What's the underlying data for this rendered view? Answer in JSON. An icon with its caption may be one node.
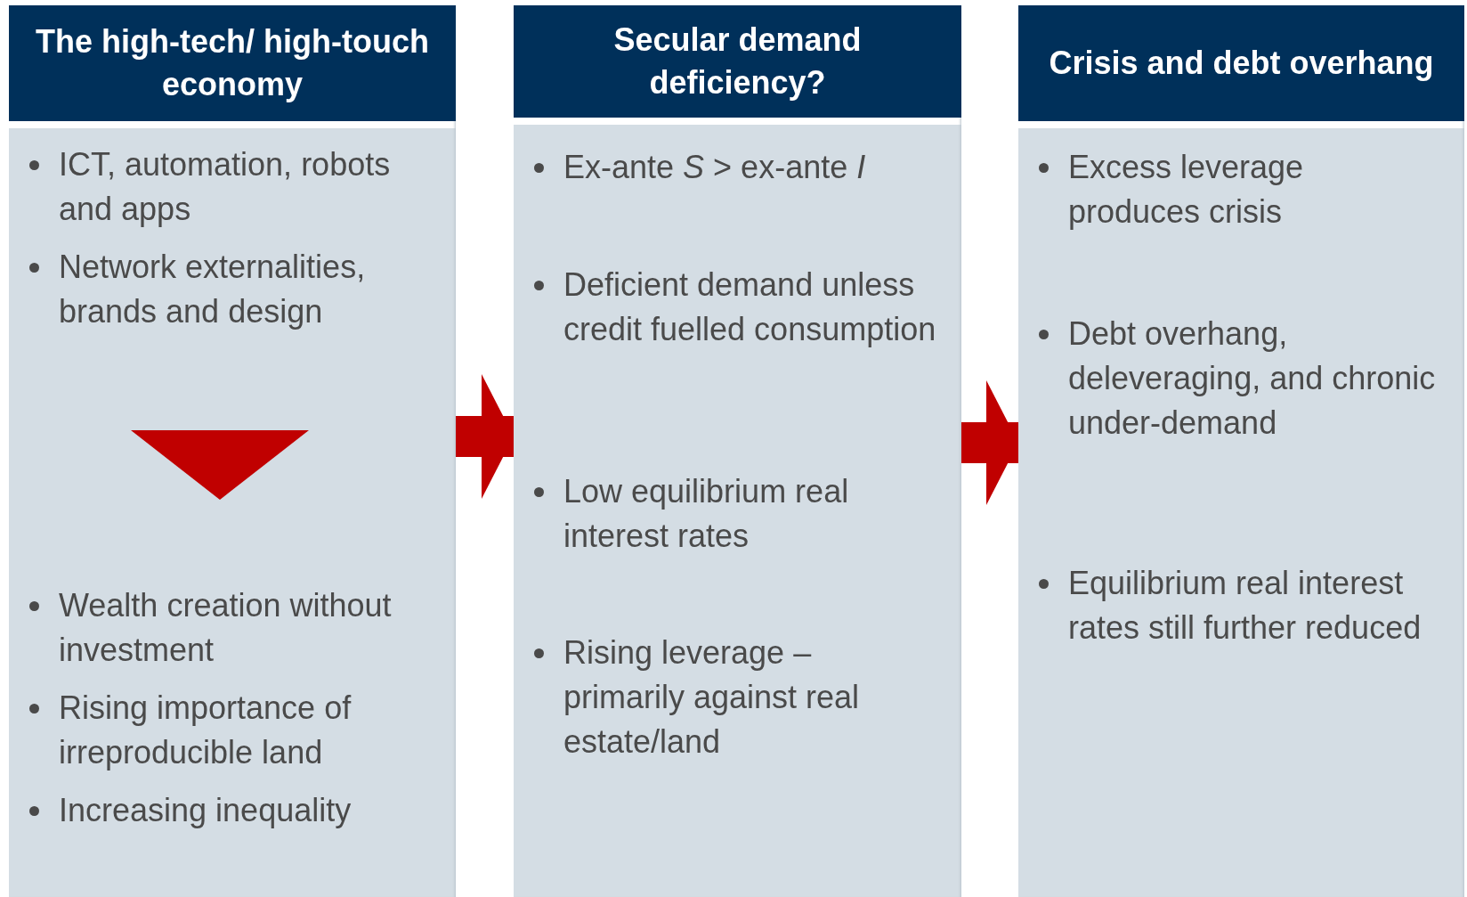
{
  "diagram": {
    "nodes": [
      {
        "text": [
          "The high-tech/ high-touch economy",
          "ICT, automation, robots and apps",
          "Network externalities, brands and design",
          "Wealth creation without investment",
          "Rising importance of irreproducible land",
          "Increasing inequality"
        ]
      },
      {
        "text": [
          "Secular demand deficiency?",
          "Ex-ante *S* > ex-ante *I*",
          "Deficient demand unless credit fuelled consumption",
          "Low equilibrium real interest rates",
          "Rising leverage – primarily against real estate/land"
        ]
      },
      {
        "text": [
          "Crisis and debt overhang",
          "Excess leverage produces crisis",
          "Debt overhang, deleveraging, and chronic under-demand",
          "Equilibrium real interest rates still further reduced"
        ]
      }
    ],
    "edges": [
      {
        "from": 0,
        "to": 1,
        "arrow": "to"
      },
      {
        "from": 1,
        "to": 2,
        "arrow": "to"
      }
    ]
  }
}
